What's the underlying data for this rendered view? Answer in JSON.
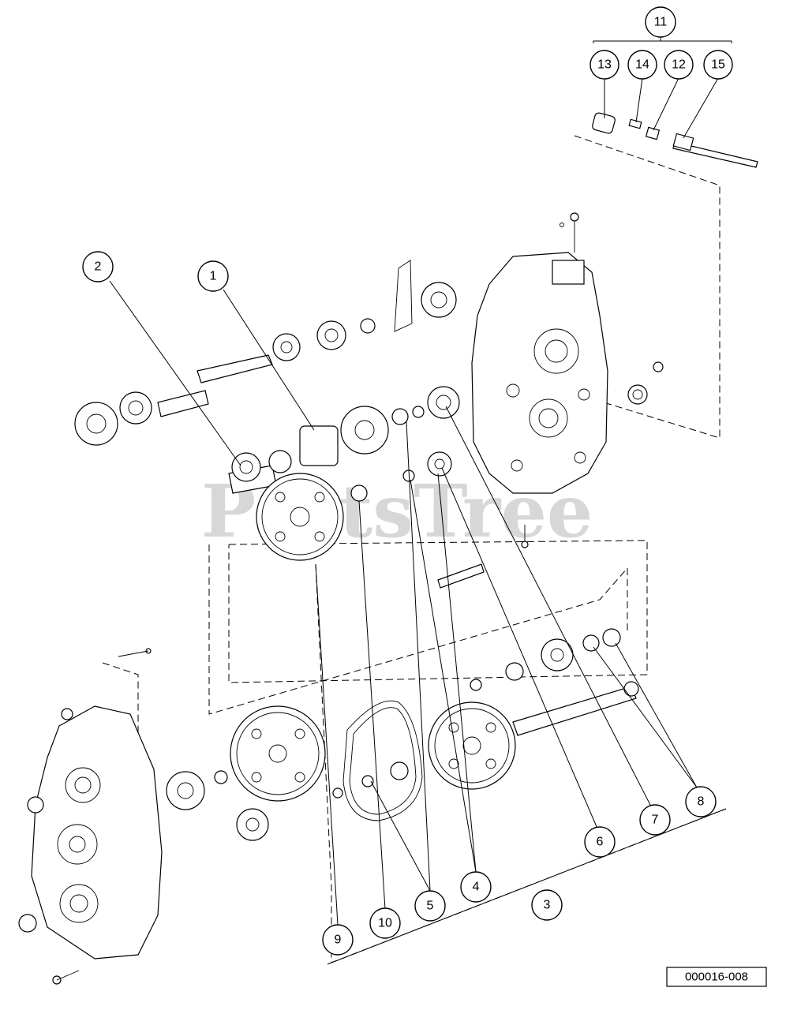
{
  "watermark": "PartsTree",
  "reference_code": "000016-008",
  "callouts": {
    "c1": "1",
    "c2": "2",
    "c3": "3",
    "c4": "4",
    "c5": "5",
    "c6": "6",
    "c7": "7",
    "c8": "8",
    "c9": "9",
    "c10": "10",
    "c11": "11",
    "c12": "12",
    "c13": "13",
    "c14": "14",
    "c15": "15"
  }
}
